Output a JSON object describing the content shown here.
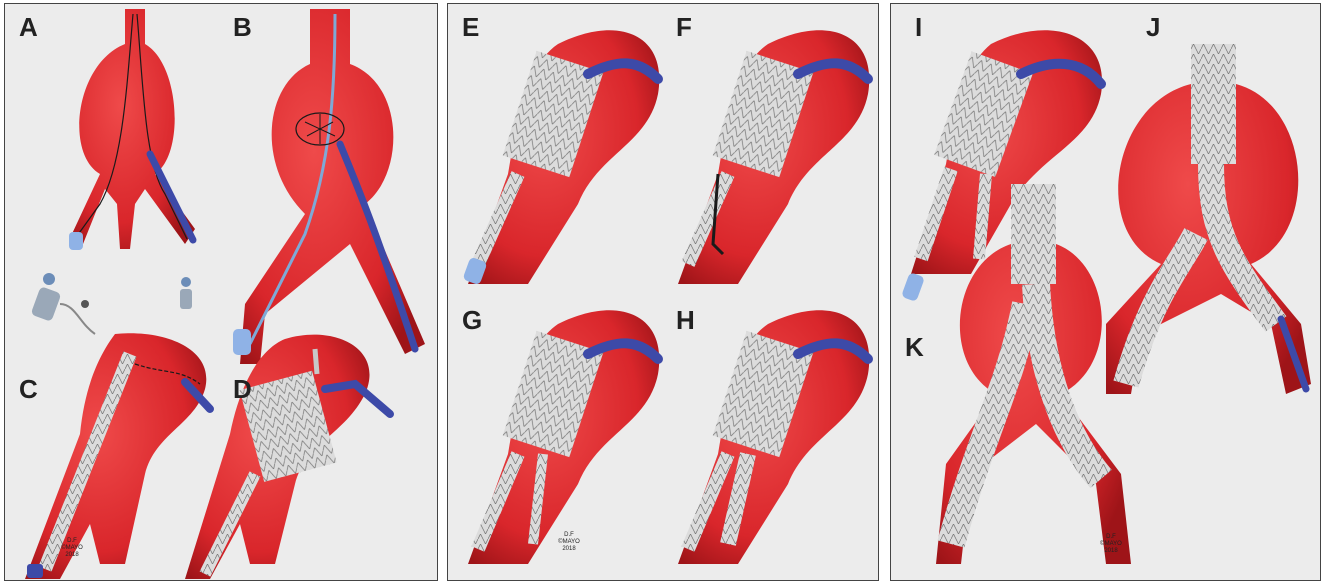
{
  "panels": [
    {
      "id": "p1",
      "labels": [
        "A",
        "B",
        "C",
        "D"
      ],
      "signature": {
        "line1": "D.F",
        "line2": "©MAYO",
        "line3": "2018"
      }
    },
    {
      "id": "p2",
      "labels": [
        "E",
        "F",
        "G",
        "H"
      ],
      "signature": {
        "line1": "D.F",
        "line2": "©MAYO",
        "line3": "2018"
      }
    },
    {
      "id": "p3",
      "labels": [
        "I",
        "J",
        "K"
      ],
      "signature": {
        "line1": "D.F",
        "line2": "©MAYO",
        "line3": "2018"
      }
    }
  ],
  "colors": {
    "vessel": "#d9262b",
    "vessel_dark": "#a5181c",
    "catheter": "#3d4aa8",
    "sheath_tip": "#8fb2e6",
    "stent": "#d6d6d6",
    "wire": "#1a1a1a",
    "background": "#ececec"
  }
}
